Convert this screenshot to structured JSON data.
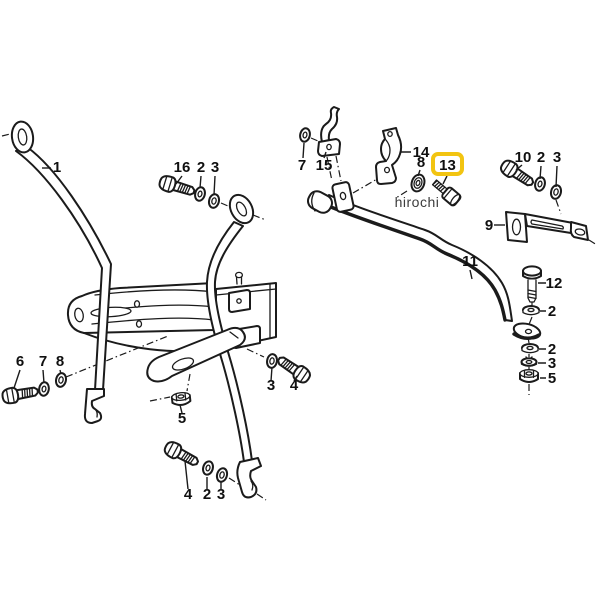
{
  "diagram": {
    "watermark": "hirochi",
    "highlight": {
      "part": "13",
      "color": "#f2c411"
    },
    "callouts": {
      "part1": "1",
      "part16": "16",
      "part2_top": "2",
      "part3_top": "3",
      "part7_right": "7",
      "part15": "15",
      "part14": "14",
      "part8_right": "8",
      "part13": "13",
      "part10": "10",
      "part2_r": "2",
      "part3_r": "3",
      "part9": "9",
      "part11": "11",
      "part12": "12",
      "part2_mid": "2",
      "part2_low": "2",
      "part3_low": "3",
      "part5_low": "5",
      "part6": "6",
      "part7_left": "7",
      "part8_left": "8",
      "part5_mid": "5",
      "part3_box": "3",
      "part4_box": "4",
      "part4_bot": "4",
      "part2_bot": "2",
      "part3_bot": "3"
    }
  }
}
